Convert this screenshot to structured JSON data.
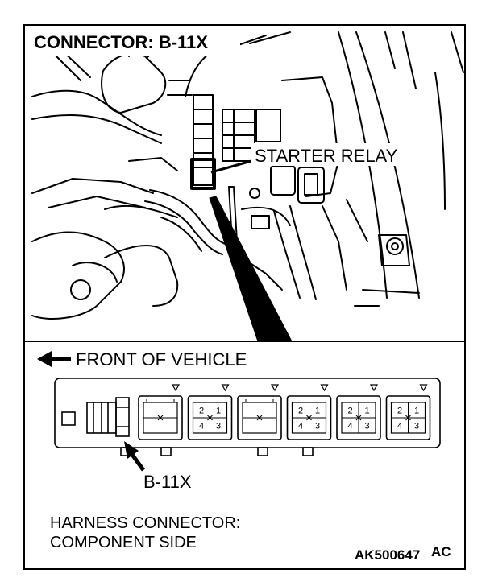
{
  "header": {
    "title": "CONNECTOR: B-11X"
  },
  "callouts": {
    "starter_relay": "STARTER RELAY",
    "front_of_vehicle": "FRONT OF VEHICLE",
    "connector_id": "B-11X"
  },
  "caption": {
    "line1": "HARNESS CONNECTOR:",
    "line2": "COMPONENT SIDE"
  },
  "figure_code": {
    "main": "AK500647",
    "suffix": "AC"
  },
  "connector_slots": [
    {
      "type": "empty",
      "pins": []
    },
    {
      "type": "four-pin",
      "pins": [
        "2",
        "1",
        "4",
        "3"
      ]
    },
    {
      "type": "empty",
      "pins": []
    },
    {
      "type": "four-pin",
      "pins": [
        "2",
        "1",
        "4",
        "3"
      ]
    },
    {
      "type": "four-pin",
      "pins": [
        "2",
        "1",
        "4",
        "3"
      ]
    },
    {
      "type": "four-pin",
      "pins": [
        "2",
        "1",
        "4",
        "3"
      ]
    }
  ],
  "colors": {
    "line": "#000000",
    "background": "#ffffff"
  }
}
